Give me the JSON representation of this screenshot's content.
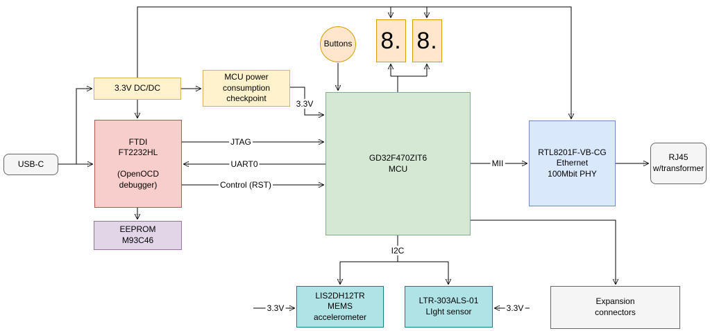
{
  "palette": {
    "power_yellow_fill": "#fff2cc",
    "power_yellow_stroke": "#d6b656",
    "debugger_red_fill": "#f8cecc",
    "debugger_red_stroke": "#b85450",
    "mcu_green_fill": "#d5e8d4",
    "mcu_green_stroke": "#82b366",
    "phy_blue_fill": "#dae8fc",
    "phy_blue_stroke": "#6c8ebf",
    "eeprom_purple_fill": "#e1d5e7",
    "eeprom_purple_stroke": "#9673a6",
    "io_orange_fill": "#ffe6cc",
    "io_orange_stroke": "#d79b00",
    "sensor_teal_fill": "#b0e3e6",
    "sensor_teal_stroke": "#0e8088",
    "connector_gray_fill": "#f5f5f5",
    "connector_gray_stroke": "#666666",
    "wire_color": "#000000",
    "background": "#ffffff"
  },
  "nodes": {
    "usb_c": {
      "label": "USB-C"
    },
    "dcdc": {
      "label": "3.3V DC/DC"
    },
    "checkpoint": {
      "label": "MCU power\nconsumption\ncheckpoint"
    },
    "buttons": {
      "label": "Buttons"
    },
    "display1": {
      "label": "8."
    },
    "display2": {
      "label": "8."
    },
    "ftdi": {
      "label": "FTDI\nFT2232HL\n\n(OpenOCD\ndebugger)"
    },
    "eeprom": {
      "label": "EEPROM\nM93C46"
    },
    "mcu": {
      "label": "GD32F470ZIT6\nMCU"
    },
    "phy": {
      "label": "RTL8201F-VB-CG\nEthernet\n100Mbit PHY"
    },
    "rj45": {
      "label": "RJ45\nw/transformer"
    },
    "accelerometer": {
      "label": "LIS2DH12TR\nMEMS\naccelerometer"
    },
    "light_sensor": {
      "label": "LTR-303ALS-01\nLIght sensor"
    },
    "expansion": {
      "label": "Expansion\nconnectors"
    }
  },
  "edge_labels": {
    "jtag": "JTAG",
    "uart0": "UART0",
    "control_rst": "Control (RST)",
    "power_3v3_mcu": "3.3V",
    "mii": "MII",
    "i2c": "I2C",
    "power_3v3_accel": "3.3V",
    "power_3v3_light": "3.3V"
  }
}
